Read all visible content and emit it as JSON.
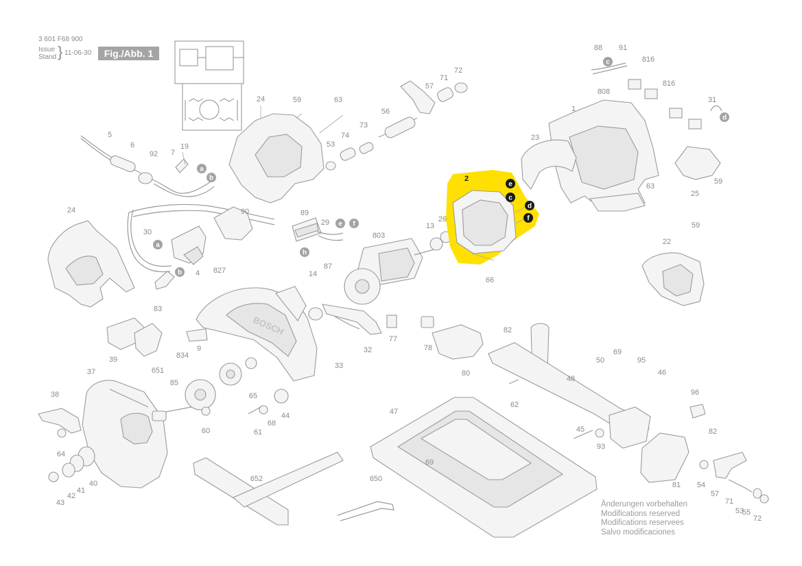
{
  "header": {
    "part_number": "3 601 F68 900",
    "issue_label": "Issue",
    "stand_label": "Stand",
    "date": "11-06-30",
    "figure_label": "Fig./Abb. 1"
  },
  "brand_on_guard": "BOSCH",
  "highlight_color": "#ffe000",
  "highlighted_part": "2",
  "part_labels": [
    "88",
    "91",
    "816",
    "808",
    "816",
    "31",
    "1",
    "23",
    "25",
    "59",
    "63",
    "24",
    "59",
    "63",
    "57",
    "71",
    "72",
    "56",
    "73",
    "74",
    "53",
    "5",
    "6",
    "92",
    "7",
    "19",
    "24",
    "30",
    "90",
    "89",
    "29",
    "87",
    "4",
    "83",
    "827",
    "14",
    "803",
    "13",
    "26",
    "2",
    "66",
    "59",
    "22",
    "651",
    "9",
    "834",
    "33",
    "32",
    "77",
    "78",
    "82",
    "80",
    "69",
    "95",
    "50",
    "46",
    "48",
    "39",
    "37",
    "38",
    "85",
    "65",
    "44",
    "68",
    "61",
    "60",
    "64",
    "40",
    "41",
    "42",
    "43",
    "652",
    "650",
    "47",
    "69",
    "62",
    "45",
    "93",
    "96",
    "82",
    "81",
    "54",
    "57",
    "71",
    "53",
    "55",
    "72"
  ],
  "connector_letters": [
    "a",
    "b",
    "a",
    "b",
    "e",
    "f",
    "h",
    "c",
    "d",
    "e",
    "c",
    "d",
    "f"
  ],
  "notes": [
    "Änderungen vorbehalten",
    "Modifications reserved",
    "Modifications reservees",
    "Salvo modificaciones"
  ]
}
